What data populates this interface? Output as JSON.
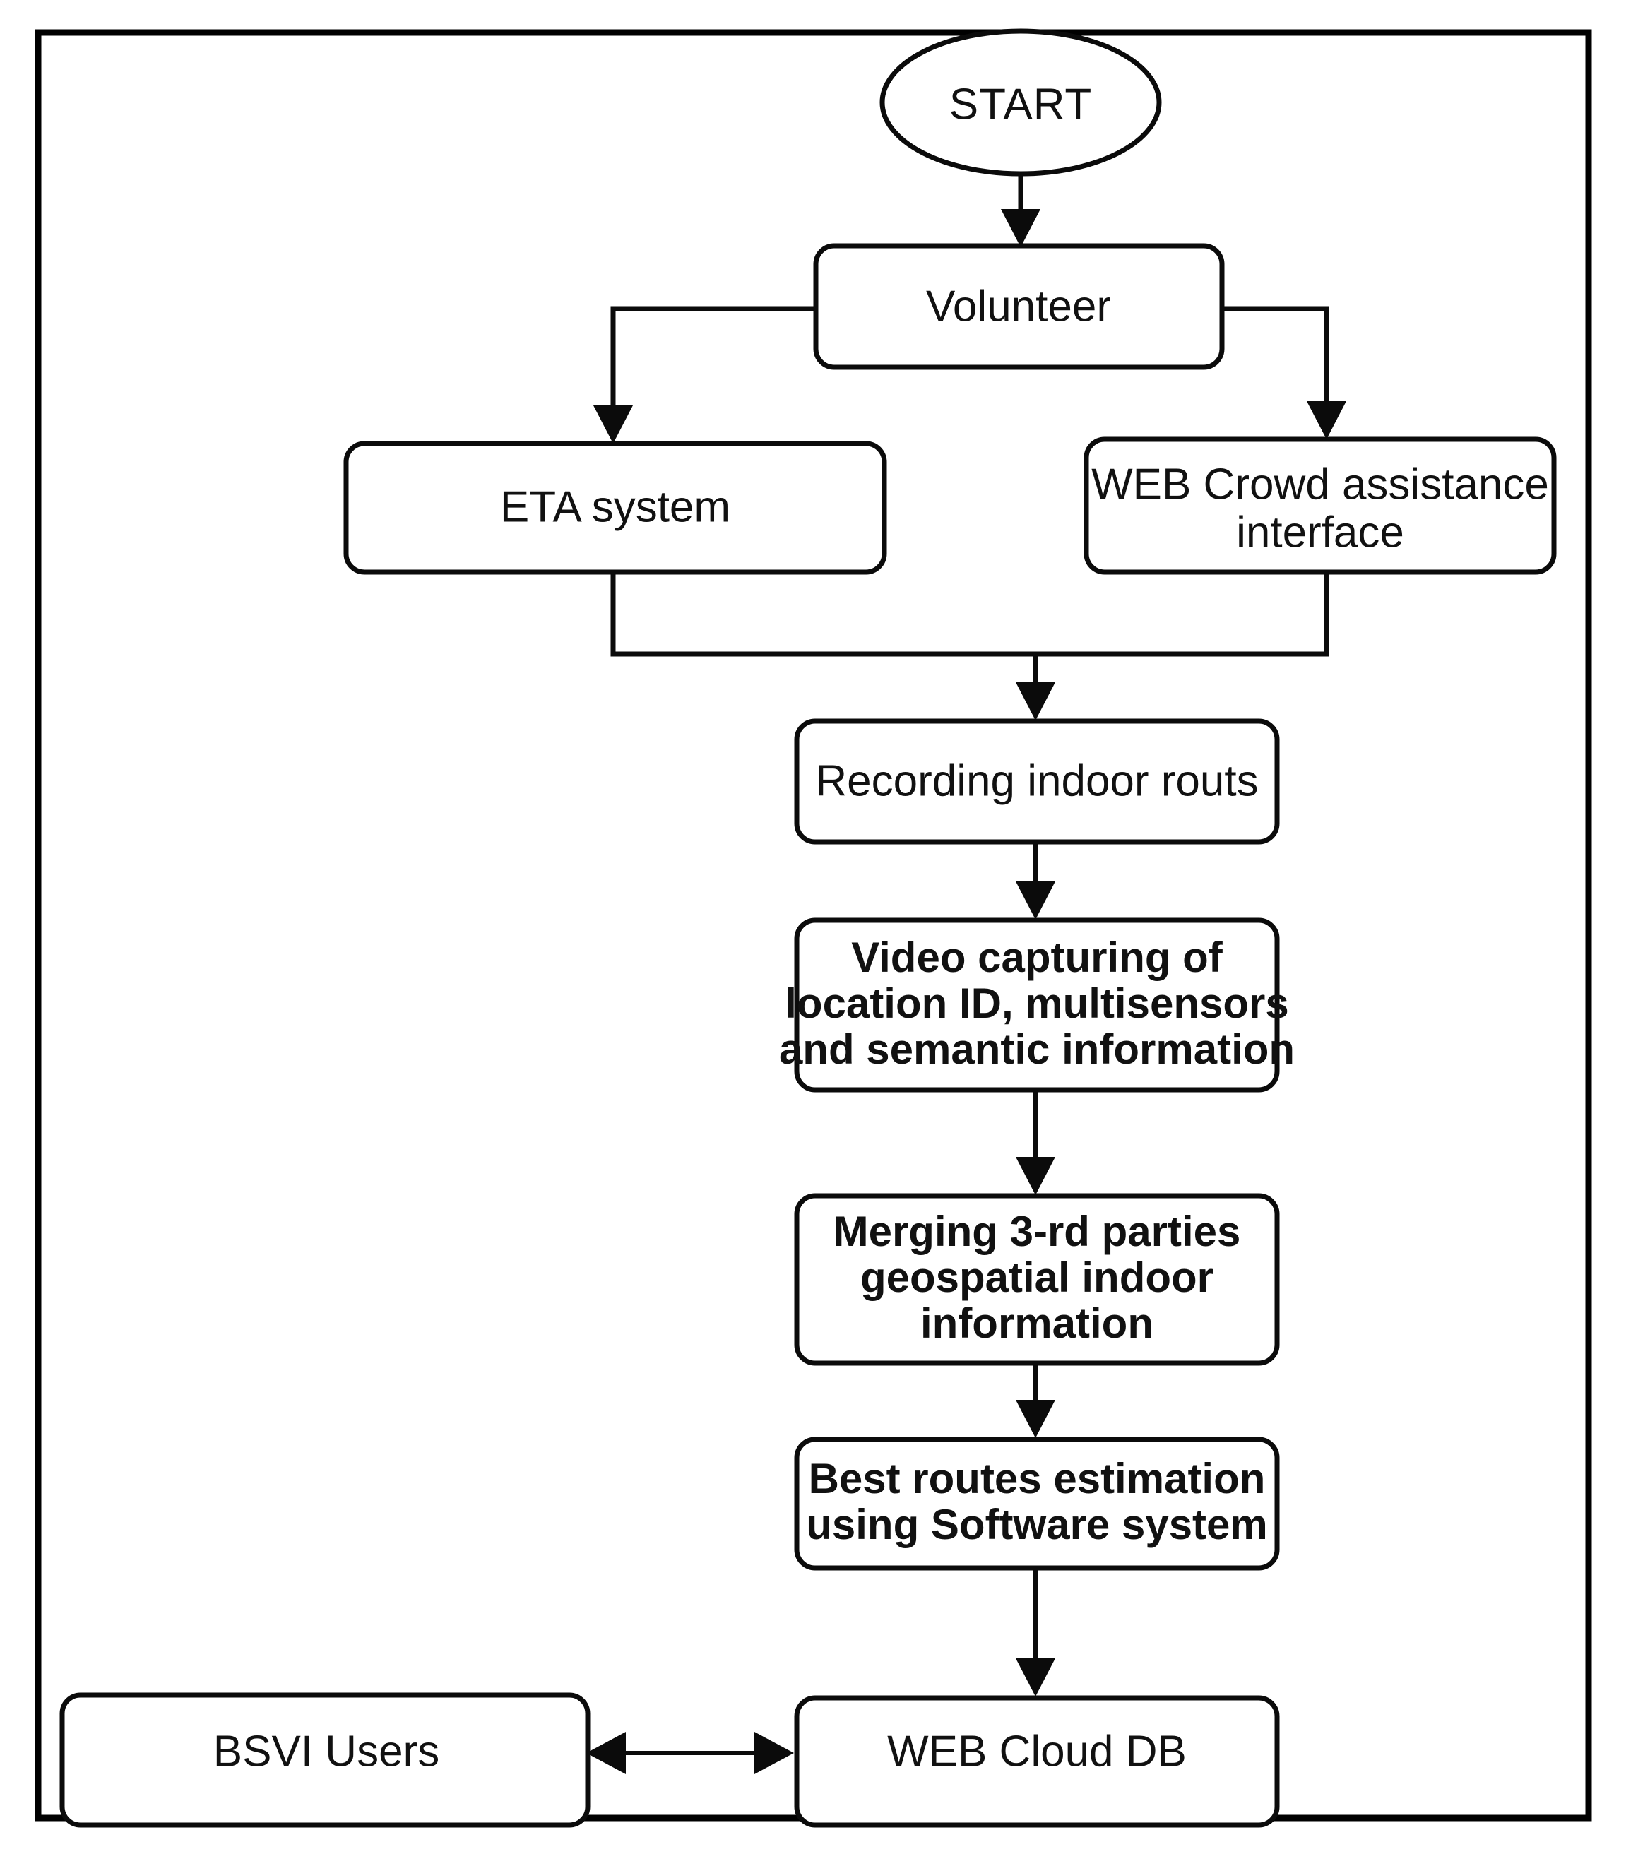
{
  "diagram": {
    "type": "flowchart",
    "title": "Crowdsourced indoor route recording and estimation workflow",
    "orientation": "top-to-bottom",
    "colors": {
      "background": "#ffffff",
      "stroke": "#0b0b0b",
      "text": "#111111",
      "frame": "#000000"
    },
    "frame": {
      "visible": true,
      "style": "rectangle-border"
    },
    "nodes": [
      {
        "id": "start",
        "label": "START",
        "shape": "oval",
        "weight": "regular"
      },
      {
        "id": "volunteer",
        "label": "Volunteer",
        "shape": "rounded-rectangle",
        "weight": "regular"
      },
      {
        "id": "eta-system",
        "label": "ETA system",
        "shape": "rounded-rectangle",
        "weight": "regular"
      },
      {
        "id": "web-crowd-assistance-interface",
        "label_line1": "WEB Crowd assistance",
        "label_line2": "interface",
        "shape": "rounded-rectangle",
        "weight": "regular"
      },
      {
        "id": "recording-indoor-routs",
        "label": "Recording indoor routs",
        "shape": "rounded-rectangle",
        "weight": "regular"
      },
      {
        "id": "video-capturing",
        "label_line1": "Video capturing of",
        "label_line2": "location ID, multisensors",
        "label_line3": "and semantic information",
        "shape": "rounded-rectangle",
        "weight": "bold"
      },
      {
        "id": "merging-3rd-parties",
        "label_line1": "Merging 3-rd parties",
        "label_line2": "geospatial indoor",
        "label_line3": "information",
        "shape": "rounded-rectangle",
        "weight": "bold"
      },
      {
        "id": "best-routes-estimation",
        "label_line1": "Best routes estimation",
        "label_line2": "using Software system",
        "shape": "rounded-rectangle",
        "weight": "bold"
      },
      {
        "id": "web-cloud-db",
        "label": "WEB Cloud DB",
        "shape": "rounded-rectangle",
        "weight": "regular"
      },
      {
        "id": "bsvi-users",
        "label": "BSVI  Users",
        "shape": "rounded-rectangle",
        "weight": "regular"
      }
    ],
    "edges": [
      {
        "id": "e1",
        "from": "start",
        "to": "volunteer",
        "arrow": "single",
        "style": "straight"
      },
      {
        "id": "e2",
        "from": "volunteer",
        "to": "eta-system",
        "arrow": "single",
        "style": "elbow-left"
      },
      {
        "id": "e3",
        "from": "volunteer",
        "to": "web-crowd-assistance-interface",
        "arrow": "single",
        "style": "elbow-right"
      },
      {
        "id": "e4",
        "from": "eta-system",
        "to": "recording-indoor-routs",
        "arrow": "single",
        "style": "merge-elbow"
      },
      {
        "id": "e5",
        "from": "web-crowd-assistance-interface",
        "to": "recording-indoor-routs",
        "arrow": "single",
        "style": "merge-elbow"
      },
      {
        "id": "e6",
        "from": "recording-indoor-routs",
        "to": "video-capturing",
        "arrow": "single",
        "style": "straight"
      },
      {
        "id": "e7",
        "from": "video-capturing",
        "to": "merging-3rd-parties",
        "arrow": "single",
        "style": "straight"
      },
      {
        "id": "e8",
        "from": "merging-3rd-parties",
        "to": "best-routes-estimation",
        "arrow": "single",
        "style": "straight"
      },
      {
        "id": "e9",
        "from": "best-routes-estimation",
        "to": "web-cloud-db",
        "arrow": "single",
        "style": "straight"
      },
      {
        "id": "e10",
        "from": "web-cloud-db",
        "to": "bsvi-users",
        "arrow": "double",
        "style": "straight-horizontal"
      }
    ]
  }
}
